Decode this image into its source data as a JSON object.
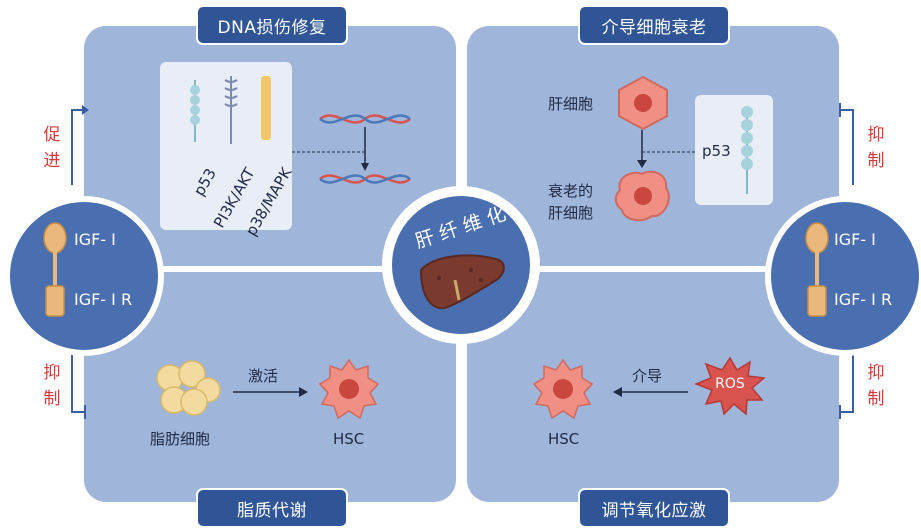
{
  "panels": {
    "top_left": {
      "title": "DNA损伤修复"
    },
    "top_right": {
      "title": "介导细胞衰老"
    },
    "bottom_left": {
      "title": "脂质代谢"
    },
    "bottom_right": {
      "title": "调节氧化应激"
    }
  },
  "center": {
    "label": "肝纤维化"
  },
  "left_circle": {
    "top": "IGF- I",
    "bottom": "IGF- I R"
  },
  "right_circle": {
    "top": "IGF- I",
    "bottom": "IGF- I R"
  },
  "side_marks": {
    "left_top": [
      "促",
      "进"
    ],
    "left_bottom": [
      "抑",
      "制"
    ],
    "right_top": [
      "抑",
      "制"
    ],
    "right_bottom": [
      "抑",
      "制"
    ]
  },
  "dna_repair": {
    "genes": [
      "p53",
      "PI3K/AKT",
      "p38/MAPK"
    ]
  },
  "senescence": {
    "cell1": "肝细胞",
    "cell2_line1": "衰老的",
    "cell2_line2": "肝细胞",
    "marker": "p53"
  },
  "lipid": {
    "source": "脂肪细胞",
    "arrow": "激活",
    "target": "HSC"
  },
  "oxidative": {
    "source": "ROS",
    "arrow": "介导",
    "target": "HSC"
  },
  "colors": {
    "panel": "#9fb5da",
    "title": "#2f5596",
    "accent_red": "#d63a3a",
    "circle": "#4a6fb0"
  }
}
